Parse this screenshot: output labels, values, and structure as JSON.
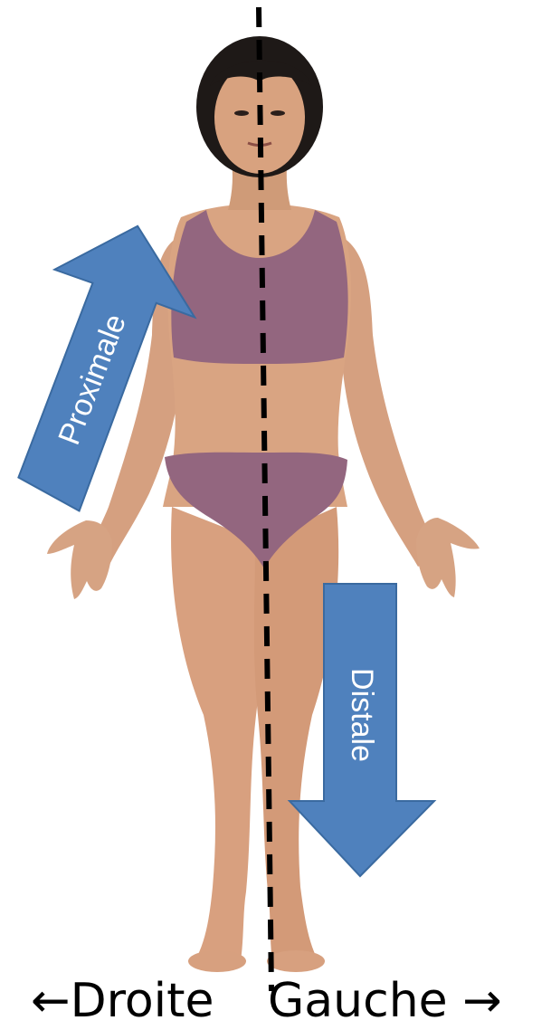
{
  "figure": {
    "arrow_proximal_label": "Proximale",
    "arrow_distal_label": "Distale",
    "side_right_label": "←Droite",
    "side_left_label": "Gauche →",
    "colors": {
      "arrow_fill": "#4f81bd",
      "arrow_stroke": "#3a6aa0",
      "skin": "#d9a07e",
      "skin_shadow": "#c58562",
      "garment": "#93667f",
      "hair": "#1f1a18",
      "midline": "#000000"
    },
    "icons": [
      "human-figure-icon",
      "arrow-up-right-icon",
      "arrow-down-icon"
    ]
  }
}
